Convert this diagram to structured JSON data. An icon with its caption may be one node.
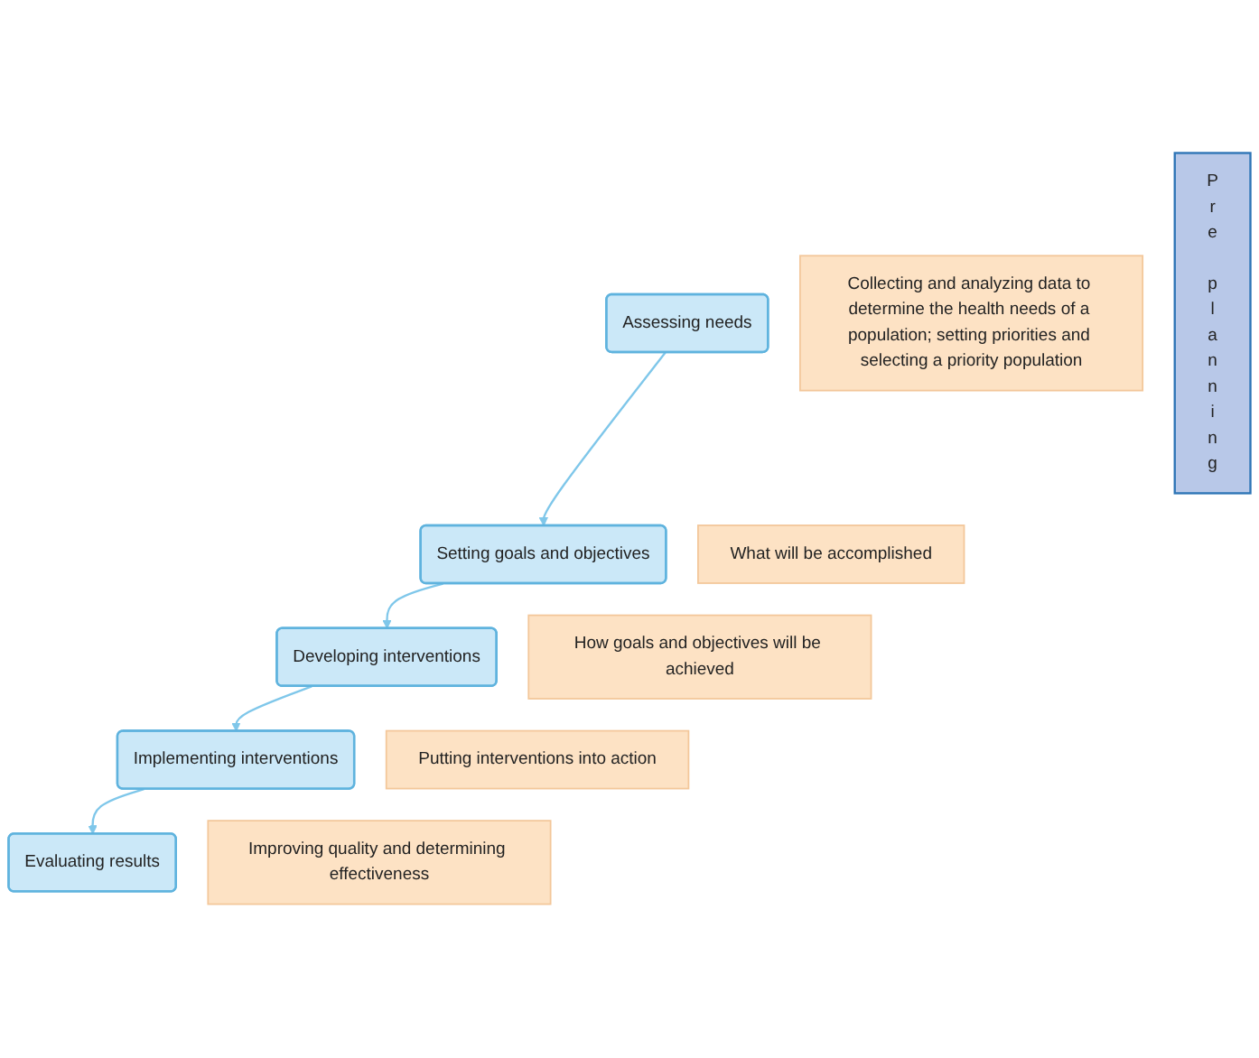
{
  "diagram": {
    "nodes": [
      {
        "text": [
          "Pre planning"
        ]
      },
      {
        "text": [
          "Assessing needs"
        ]
      },
      {
        "text": [
          "Collecting and analyzing data to determine the health needs of a population; setting priorities and selecting a priority population"
        ]
      },
      {
        "text": [
          "Setting goals and objectives"
        ]
      },
      {
        "text": [
          "What will be accomplished"
        ]
      },
      {
        "text": [
          "Developing interventions"
        ]
      },
      {
        "text": [
          "How goals and objectives will be achieved"
        ]
      },
      {
        "text": [
          "Implementing interventions"
        ]
      },
      {
        "text": [
          "Putting interventions into action"
        ]
      },
      {
        "text": [
          "Evaluating results"
        ]
      },
      {
        "text": [
          "Improving quality and determining effectiveness"
        ]
      }
    ],
    "edges": [
      {
        "from": 1,
        "to": 3,
        "arrow": "to"
      },
      {
        "from": 3,
        "to": 5,
        "arrow": "to"
      },
      {
        "from": 5,
        "to": 7,
        "arrow": "to"
      },
      {
        "from": 7,
        "to": 9,
        "arrow": "to"
      }
    ]
  }
}
